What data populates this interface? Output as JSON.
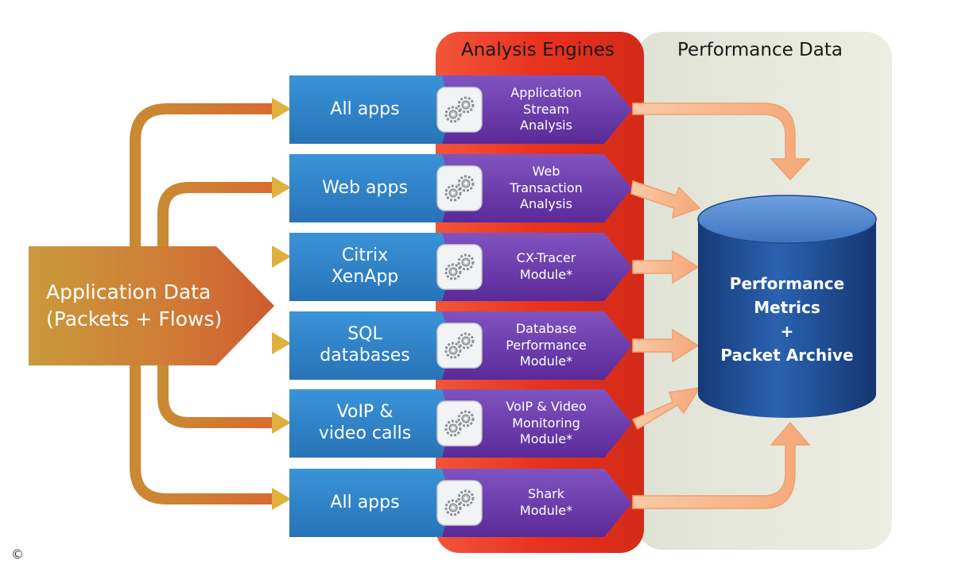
{
  "headers": {
    "analysis_engines": "Analysis Engines",
    "performance_data": "Performance Data"
  },
  "source": {
    "line1": "Application Data",
    "line2": "(Packets + Flows)"
  },
  "categories": [
    {
      "lines": [
        "All apps"
      ]
    },
    {
      "lines": [
        "Web apps"
      ]
    },
    {
      "lines": [
        "Citrix",
        "XenApp"
      ]
    },
    {
      "lines": [
        "SQL",
        "databases"
      ]
    },
    {
      "lines": [
        "VoIP &",
        "video calls"
      ]
    },
    {
      "lines": [
        "All apps"
      ]
    }
  ],
  "engines": [
    {
      "lines": [
        "Application",
        "Stream",
        "Analysis"
      ],
      "icon": "gears-icon"
    },
    {
      "lines": [
        "Web",
        "Transaction",
        "Analysis"
      ],
      "icon": "gears-icon"
    },
    {
      "lines": [
        "CX-Tracer",
        "Module*"
      ],
      "icon": "gears-icon"
    },
    {
      "lines": [
        "Database",
        "Performance",
        "Module*"
      ],
      "icon": "gears-icon"
    },
    {
      "lines": [
        "VoIP & Video",
        "Monitoring",
        "Module*"
      ],
      "icon": "gears-icon"
    },
    {
      "lines": [
        "Shark",
        "Module*"
      ],
      "icon": "gears-icon"
    }
  ],
  "database": {
    "line1": "Performance",
    "line2": "Metrics",
    "line3": "+",
    "line4": "Packet Archive",
    "icon": "database-cylinder-icon"
  },
  "copyright": "©",
  "colors": {
    "engines_panel": "#e8321e",
    "performance_panel": "#e6e9dc",
    "category_box": "#2f82c8",
    "engine_arrow": "#6a35a8",
    "database": "#1f4d94",
    "source_arrow": "#d08a2e",
    "output_arrow": "#f6b287"
  }
}
